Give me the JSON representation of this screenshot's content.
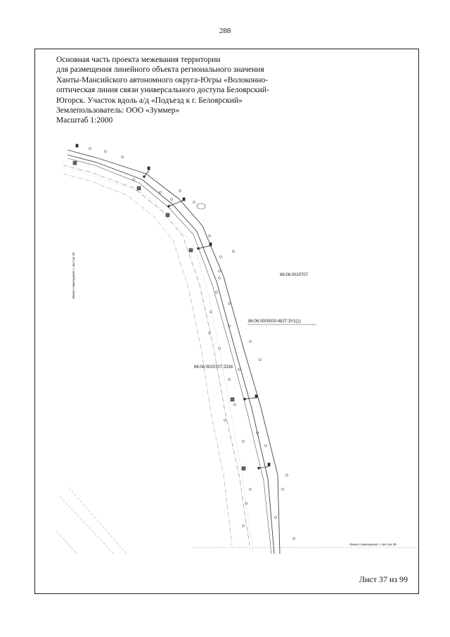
{
  "page_number": "288",
  "title_lines": [
    "Основная часть проекта межевания территории",
    "для размещения линейного объекта  регионального значения",
    "Ханты-Мансийского автономного округа-Югры «Волоконно-",
    "оптическая линия связи универсального доступа Белоярский-",
    "Югорск. Участок вдоль а/д «Подъезд к г. Белоярский»"
  ],
  "land_user": "Землепользователь: ООО «Зуммер»",
  "scale": "Масштаб 1:2000",
  "map": {
    "parcel_right": "86:06:0020707",
    "parcel_main": "86:06:0000000:4827:ЗУ1(1)",
    "parcel_left": "86:06:0020707:2338",
    "match_line_left": "Линия совмещения с листом 36",
    "match_line_bottom": "Линия совмещения с листом 38"
  },
  "sheet_label": "Лист 37 из 99"
}
